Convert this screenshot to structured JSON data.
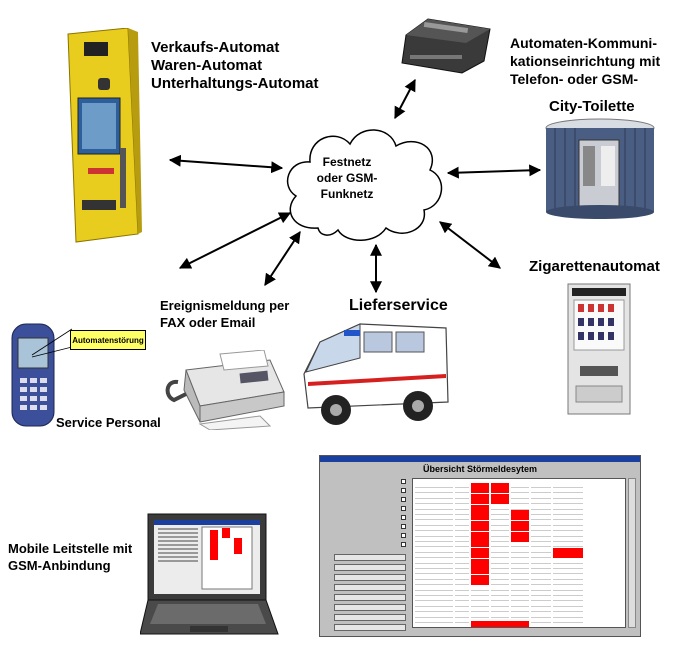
{
  "labels": {
    "vending": [
      "Verkaufs-Automat",
      "Waren-Automat",
      "Unterhaltungs-Automat"
    ],
    "comm": [
      "Automaten-Kommuni-",
      "kationseinrichtung mit",
      "Telefon- oder GSM-"
    ],
    "toilet": "City-Toilette",
    "cigarette": "Zigarettenautomat",
    "delivery": "Lieferservice",
    "event": [
      "Ereignismeldung per",
      "FAX oder Email"
    ],
    "service": "Service Personal",
    "mobile": [
      "Mobile Leitstelle mit",
      "GSM-Anbindung"
    ]
  },
  "cloud": [
    "Festnetz",
    "oder GSM-",
    "Funknetz"
  ],
  "phone_alert": "Automatenstörung",
  "monitor_window": {
    "heading": "Übersicht Störmeldesytem"
  },
  "colors": {
    "vending_yellow": "#e8cc1e",
    "window_red": "#ff0000",
    "window_title": "#1a3f9e",
    "alert_yellow": "#ffff66"
  }
}
